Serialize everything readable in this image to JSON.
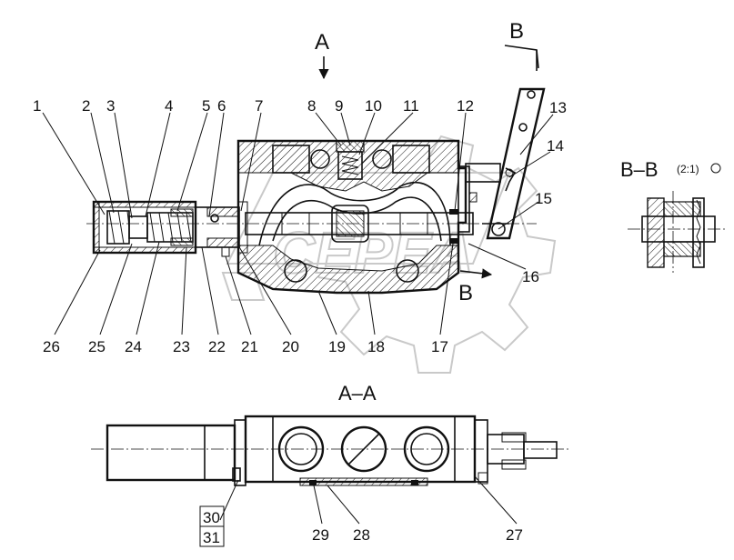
{
  "views": {
    "main_view_label": "A",
    "section_marker": "B",
    "section_view_title": "B–B",
    "section_view_scale": "(2:1)",
    "aa_view_title": "A–A"
  },
  "part_numbers_top": [
    "1",
    "2",
    "3",
    "4",
    "5",
    "6",
    "7",
    "8",
    "9",
    "10",
    "11",
    "12",
    "13",
    "14",
    "15",
    "16"
  ],
  "part_numbers_bottom": [
    "26",
    "25",
    "24",
    "23",
    "22",
    "21",
    "20",
    "19",
    "18",
    "17"
  ],
  "part_numbers_aa": [
    "29",
    "28",
    "27"
  ],
  "part_numbers_boxed": [
    "30",
    "31"
  ],
  "watermark": {
    "text": "CEPEA"
  }
}
